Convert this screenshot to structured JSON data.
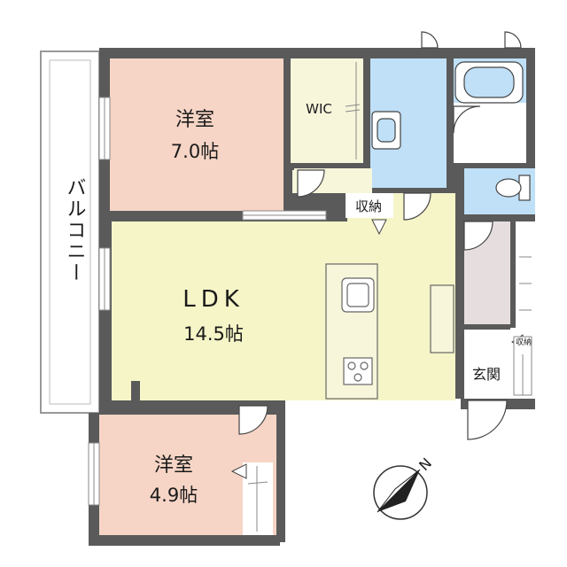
{
  "rooms": {
    "western_7": {
      "name": "洋室",
      "size": "7.0帖"
    },
    "wic": {
      "name": "WIC"
    },
    "storage_main": {
      "name": "収納"
    },
    "ldk": {
      "name": "LDK",
      "size": "14.5帖"
    },
    "balcony": {
      "name": "バルコニー"
    },
    "entrance": {
      "name": "玄関"
    },
    "storage_entrance": {
      "name": "収納"
    },
    "western_49": {
      "name": "洋室",
      "size": "4.9帖"
    }
  },
  "compass": {
    "north_label": "N"
  },
  "colors": {
    "western_room": "#f6d5c6",
    "wic_floor": "#f7f6db",
    "ldk_floor": "#f5f5c8",
    "wet_area": "#bfe0f7",
    "entrance_floor": "#e6dede",
    "wall": "#555555",
    "balcony_edge": "#999999"
  }
}
